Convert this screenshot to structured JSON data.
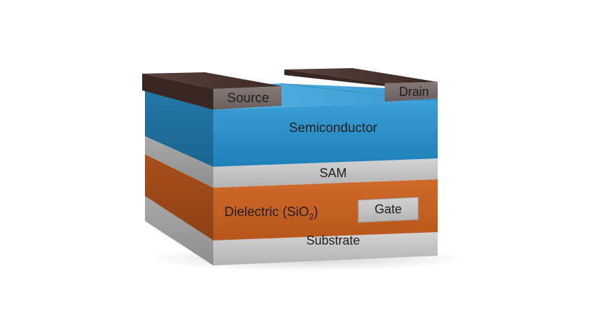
{
  "diagram": {
    "layers": {
      "source": "Source",
      "drain": "Drain",
      "semiconductor": "Semiconductor",
      "sam": "SAM",
      "dielectric_main": "Dielectric (SiO",
      "dielectric_sub": "2",
      "dielectric_close": ")",
      "gate": "Gate",
      "substrate": "Substrate"
    },
    "colors": {
      "semiconductor": "#2a8fc6",
      "sam": "#c4c4c4",
      "dielectric": "#c65f22",
      "gate": "#bcbcbc",
      "substrate": "#bdbdbd",
      "electrode": "#4a3430"
    }
  }
}
